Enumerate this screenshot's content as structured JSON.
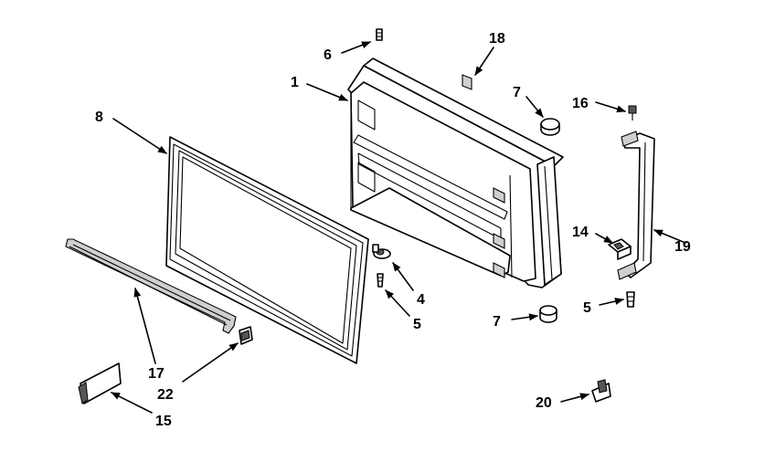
{
  "callouts": [
    {
      "id": "1",
      "text": "1"
    },
    {
      "id": "4",
      "text": "4"
    },
    {
      "id": "5a",
      "text": "5"
    },
    {
      "id": "5b",
      "text": "5"
    },
    {
      "id": "6",
      "text": "6"
    },
    {
      "id": "7a",
      "text": "7"
    },
    {
      "id": "7b",
      "text": "7"
    },
    {
      "id": "8",
      "text": "8"
    },
    {
      "id": "14",
      "text": "14"
    },
    {
      "id": "15",
      "text": "15"
    },
    {
      "id": "16",
      "text": "16"
    },
    {
      "id": "17",
      "text": "17"
    },
    {
      "id": "18",
      "text": "18"
    },
    {
      "id": "19",
      "text": "19"
    },
    {
      "id": "20",
      "text": "20"
    },
    {
      "id": "22",
      "text": "22"
    }
  ]
}
